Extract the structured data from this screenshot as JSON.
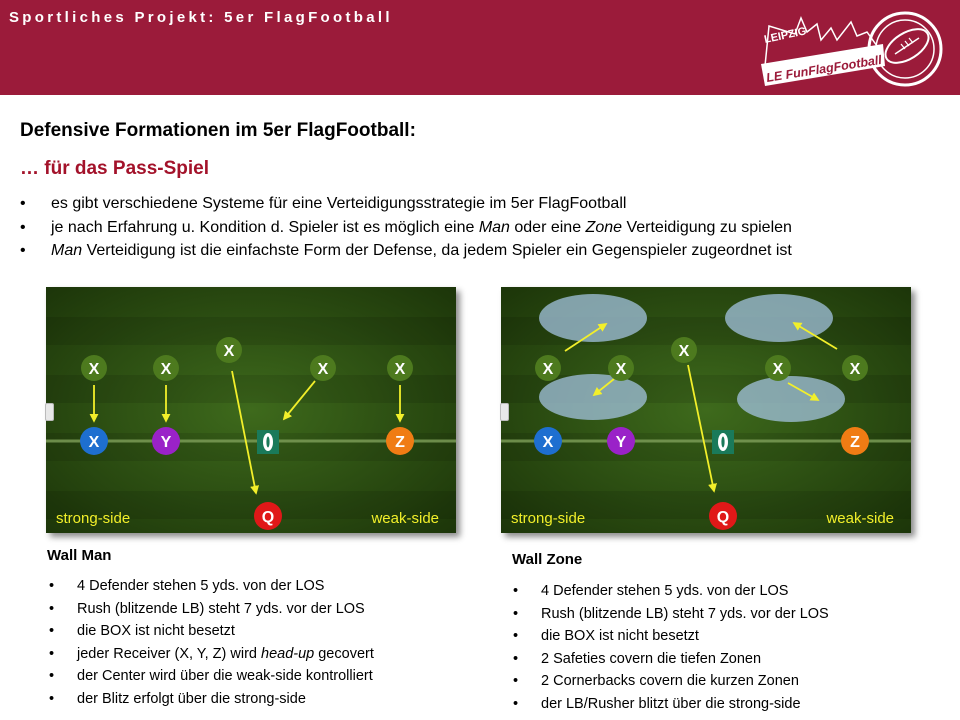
{
  "header": {
    "title": "Sportliches Projekt: 5er FlagFootball"
  },
  "logo": {
    "line1": "LEIPZIG",
    "line2": "LE FunFlagFootball"
  },
  "main": {
    "heading": "Defensive Formationen im 5er FlagFootball:",
    "subheading": "… für das Pass-Spiel",
    "bullets": [
      {
        "pre": "es gibt verschiedene  Systeme für eine Verteidigungsstrategie  im 5er FlagFootball"
      },
      {
        "pre": "je nach Erfahrung  u. Kondition d. Spieler ist es möglich eine ",
        "em1": "Man",
        "mid": " oder eine ",
        "em2": "Zone",
        "post": " Verteidigung zu spielen"
      },
      {
        "em1": "Man",
        "post": " Verteidigung  ist die einfachste Form der Defense,  da jedem Spieler ein Gegenspieler  zugeordnet ist"
      }
    ]
  },
  "diagrams": {
    "left": {
      "strong": "strong-side",
      "weak": "weak-side"
    },
    "right": {
      "strong": "strong-side",
      "weak": "weak-side"
    }
  },
  "players": {
    "defender": "X",
    "offense": [
      "X",
      "Y",
      "Z"
    ],
    "qb": "Q"
  },
  "wall_man": {
    "title": "Wall Man",
    "items": [
      {
        "pre": "4 Defender stehen 5 yds. von der LOS"
      },
      {
        "pre": "Rush (blitzende LB) steht 7 yds. vor der LOS"
      },
      {
        "pre": "die BOX ist nicht besetzt"
      },
      {
        "pre": "jeder Receiver (X, Y, Z) wird ",
        "em": "head-up",
        "post": " gecovert"
      },
      {
        "pre": "der Center wird über die weak-side kontrolliert"
      },
      {
        "pre": "der Blitz erfolgt über die strong-side"
      }
    ]
  },
  "wall_zone": {
    "title": "Wall Zone",
    "items": [
      {
        "pre": "4 Defender stehen 5 yds. von der LOS"
      },
      {
        "pre": "Rush (blitzende LB) steht 7 yds. vor der LOS"
      },
      {
        "pre": "die BOX ist nicht besetzt"
      },
      {
        "pre": "2 Safeties covern die tiefen Zonen"
      },
      {
        "pre": "2 Cornerbacks covern die kurzen Zonen"
      },
      {
        "pre": "der LB/Rusher blitzt über die strong-side"
      }
    ]
  },
  "colors": {
    "header_bg": "#9b1b3a",
    "subheading": "#a3122a",
    "defender": "#4d7a1e",
    "offense_x": "#1e6fd0",
    "offense_y": "#9a22c8",
    "offense_z": "#f07c14",
    "qb": "#e01818",
    "arrow": "#f2ef2a"
  }
}
